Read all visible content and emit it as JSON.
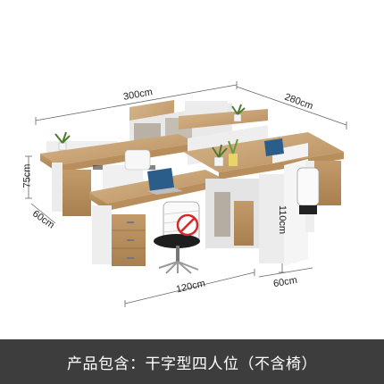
{
  "dimensions": {
    "width_total": "300cm",
    "depth_total": "280cm",
    "desk_height": "75cm",
    "side_depth": "60cm",
    "cabinet_height": "110cm",
    "cabinet_depth": "60cm",
    "desk_width": "120cm"
  },
  "caption": "产品包含：干字型四人位（不含椅）",
  "colors": {
    "wood": "#c9a57a",
    "white": "#f2f2f2",
    "caption_bg": "#3d3d3d"
  }
}
